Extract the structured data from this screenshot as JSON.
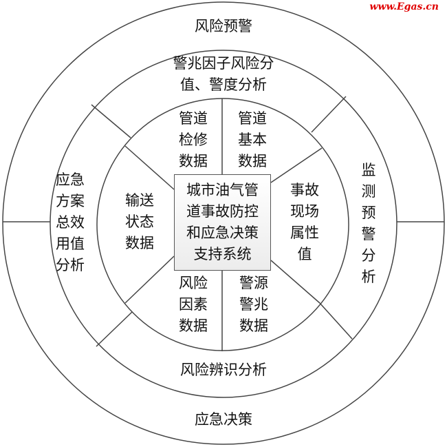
{
  "watermark": "www.Egas.cn",
  "outer_ring": {
    "top": "风险预警",
    "right": "监\n测\n预\n警\n分\n析",
    "bottom": "应急决策"
  },
  "middle_ring": {
    "top": "警兆因子风险分\n值、警度分析",
    "left": "应急\n方案\n总效\n用值\n分析",
    "bottom": "风险辨识分析"
  },
  "inner_ring": {
    "top_left": "管道\n检修\n数据",
    "top_right": "管道\n基本\n数据",
    "left": "输送\n状态\n数据",
    "right": "事故\n现场\n属性\n值",
    "bottom_left": "风险\n因素\n数据",
    "bottom_right": "警源\n警兆\n数据"
  },
  "center": "城市油气管\n道事故防控\n和应急决策\n支持系统",
  "colors": {
    "line": "#444444",
    "watermark": "#e00000"
  }
}
